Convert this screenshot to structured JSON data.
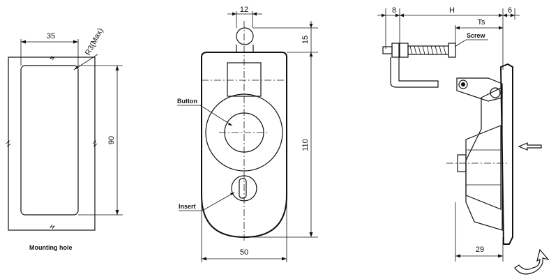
{
  "mounting": {
    "dim_width": "35",
    "dim_radius": "R3(Max)",
    "dim_height": "90",
    "caption": "Mounting hole"
  },
  "front": {
    "dim_top": "12",
    "dim_top_right": "15",
    "dim_height": "110",
    "dim_width": "50",
    "label_button": "Button",
    "label_insert": "Insert"
  },
  "side": {
    "dim_a": "8",
    "dim_h": "H",
    "dim_b": "6",
    "dim_ts": "Ts",
    "label_screw": "Screw",
    "dim_bottom": "29"
  }
}
